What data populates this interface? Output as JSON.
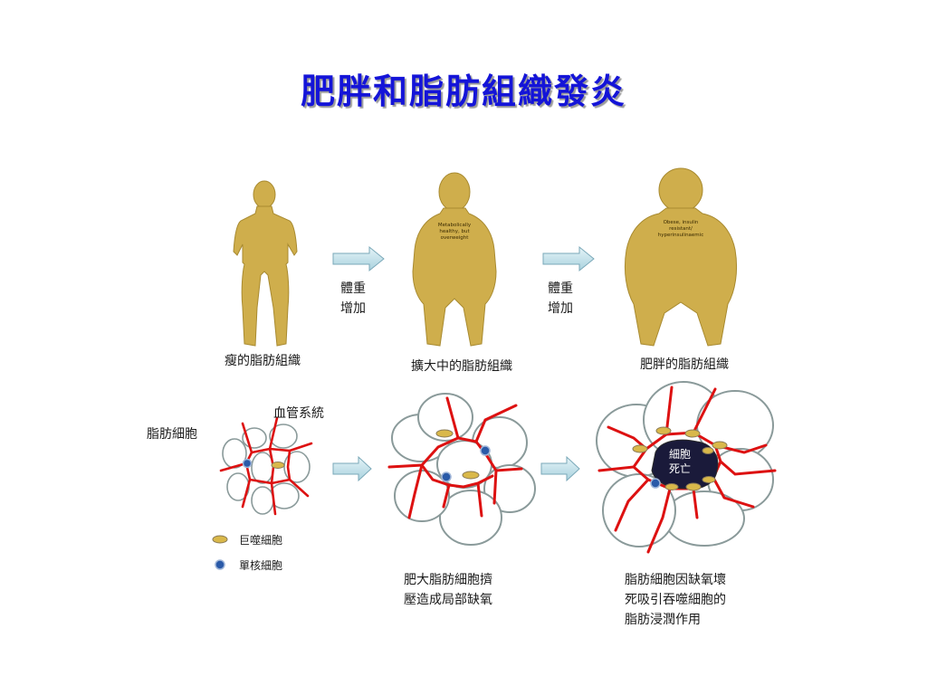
{
  "title": "肥胖和脂肪組織發炎",
  "figures": {
    "lean_label": "瘦的脂肪組織",
    "expanding_label": "擴大中的脂肪組織",
    "obese_label": "肥胖的脂肪組織",
    "arrow1_text_line1": "體重",
    "arrow1_text_line2": "增加",
    "arrow2_text_line1": "體重",
    "arrow2_text_line2": "增加",
    "middle_body_text": [
      "Metabolically",
      "healthy, but",
      "overweight"
    ],
    "right_body_text": [
      "Obese, insulin",
      "resistant/",
      "hyperinsulinaemic"
    ]
  },
  "tissue": {
    "vessel_label": "血管系統",
    "adipocyte_label": "脂肪細胞",
    "necrosis_line1": "細胞",
    "necrosis_line2": "死亡",
    "middle_caption": [
      "肥大脂肪細胞擠",
      "壓造成局部缺氧"
    ],
    "right_caption": [
      "脂肪細胞因缺氧壞",
      "死吸引吞噬細胞的",
      "脂肪浸潤作用"
    ]
  },
  "legend": {
    "macrophage": "巨噬細胞",
    "monocyte": "單核細胞"
  },
  "colors": {
    "title": "#1414d8",
    "figure_fill": "#cfae4c",
    "figure_stroke": "#a88a30",
    "vessel": "#dd1111",
    "cell_stroke": "#8a9a9a",
    "macrophage": "#d9b84a",
    "monocyte": "#2a5aa8",
    "arrow": "#bfe0e8",
    "arrow_stroke": "#7aa8b8",
    "necrosis": "#1a1a3a"
  }
}
